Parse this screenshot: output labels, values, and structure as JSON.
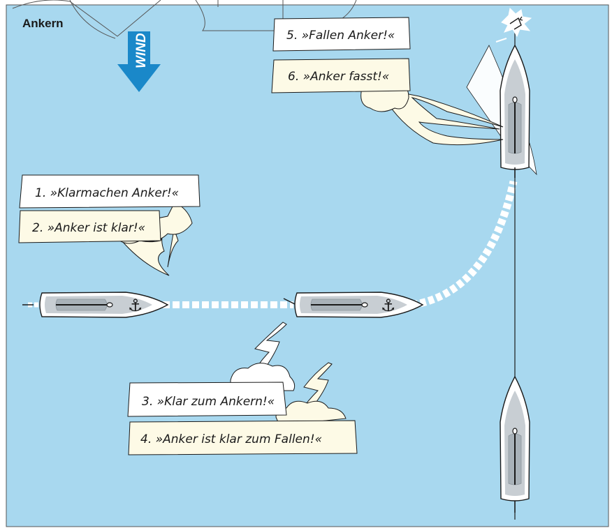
{
  "title": "Ankern",
  "wind_label": "WIND",
  "callouts": {
    "c1": "1. »Klarmachen Anker!«",
    "c2": "2. »Anker ist klar!«",
    "c3": "3. »Klar zum Ankern!«",
    "c4": "4. »Anker ist klar zum Fallen!«",
    "c5": "5. »Fallen Anker!«",
    "c6": "6. »Anker fasst!«"
  },
  "anchor_symbol": "⚓",
  "colors": {
    "water": "#a8d8ef",
    "callout_white": "#ffffff",
    "callout_cream": "#fdfae6",
    "wind_arrow": "#1a88c9",
    "hull": "#ffffff",
    "deck": "#c8ced3",
    "cabin": "#a9b2b9",
    "outline": "#1a1a1a"
  },
  "icons": [
    "wind-arrow-icon",
    "boat-icon",
    "anchor-icon",
    "lightning-icon",
    "cloud-icon",
    "splash-icon"
  ]
}
